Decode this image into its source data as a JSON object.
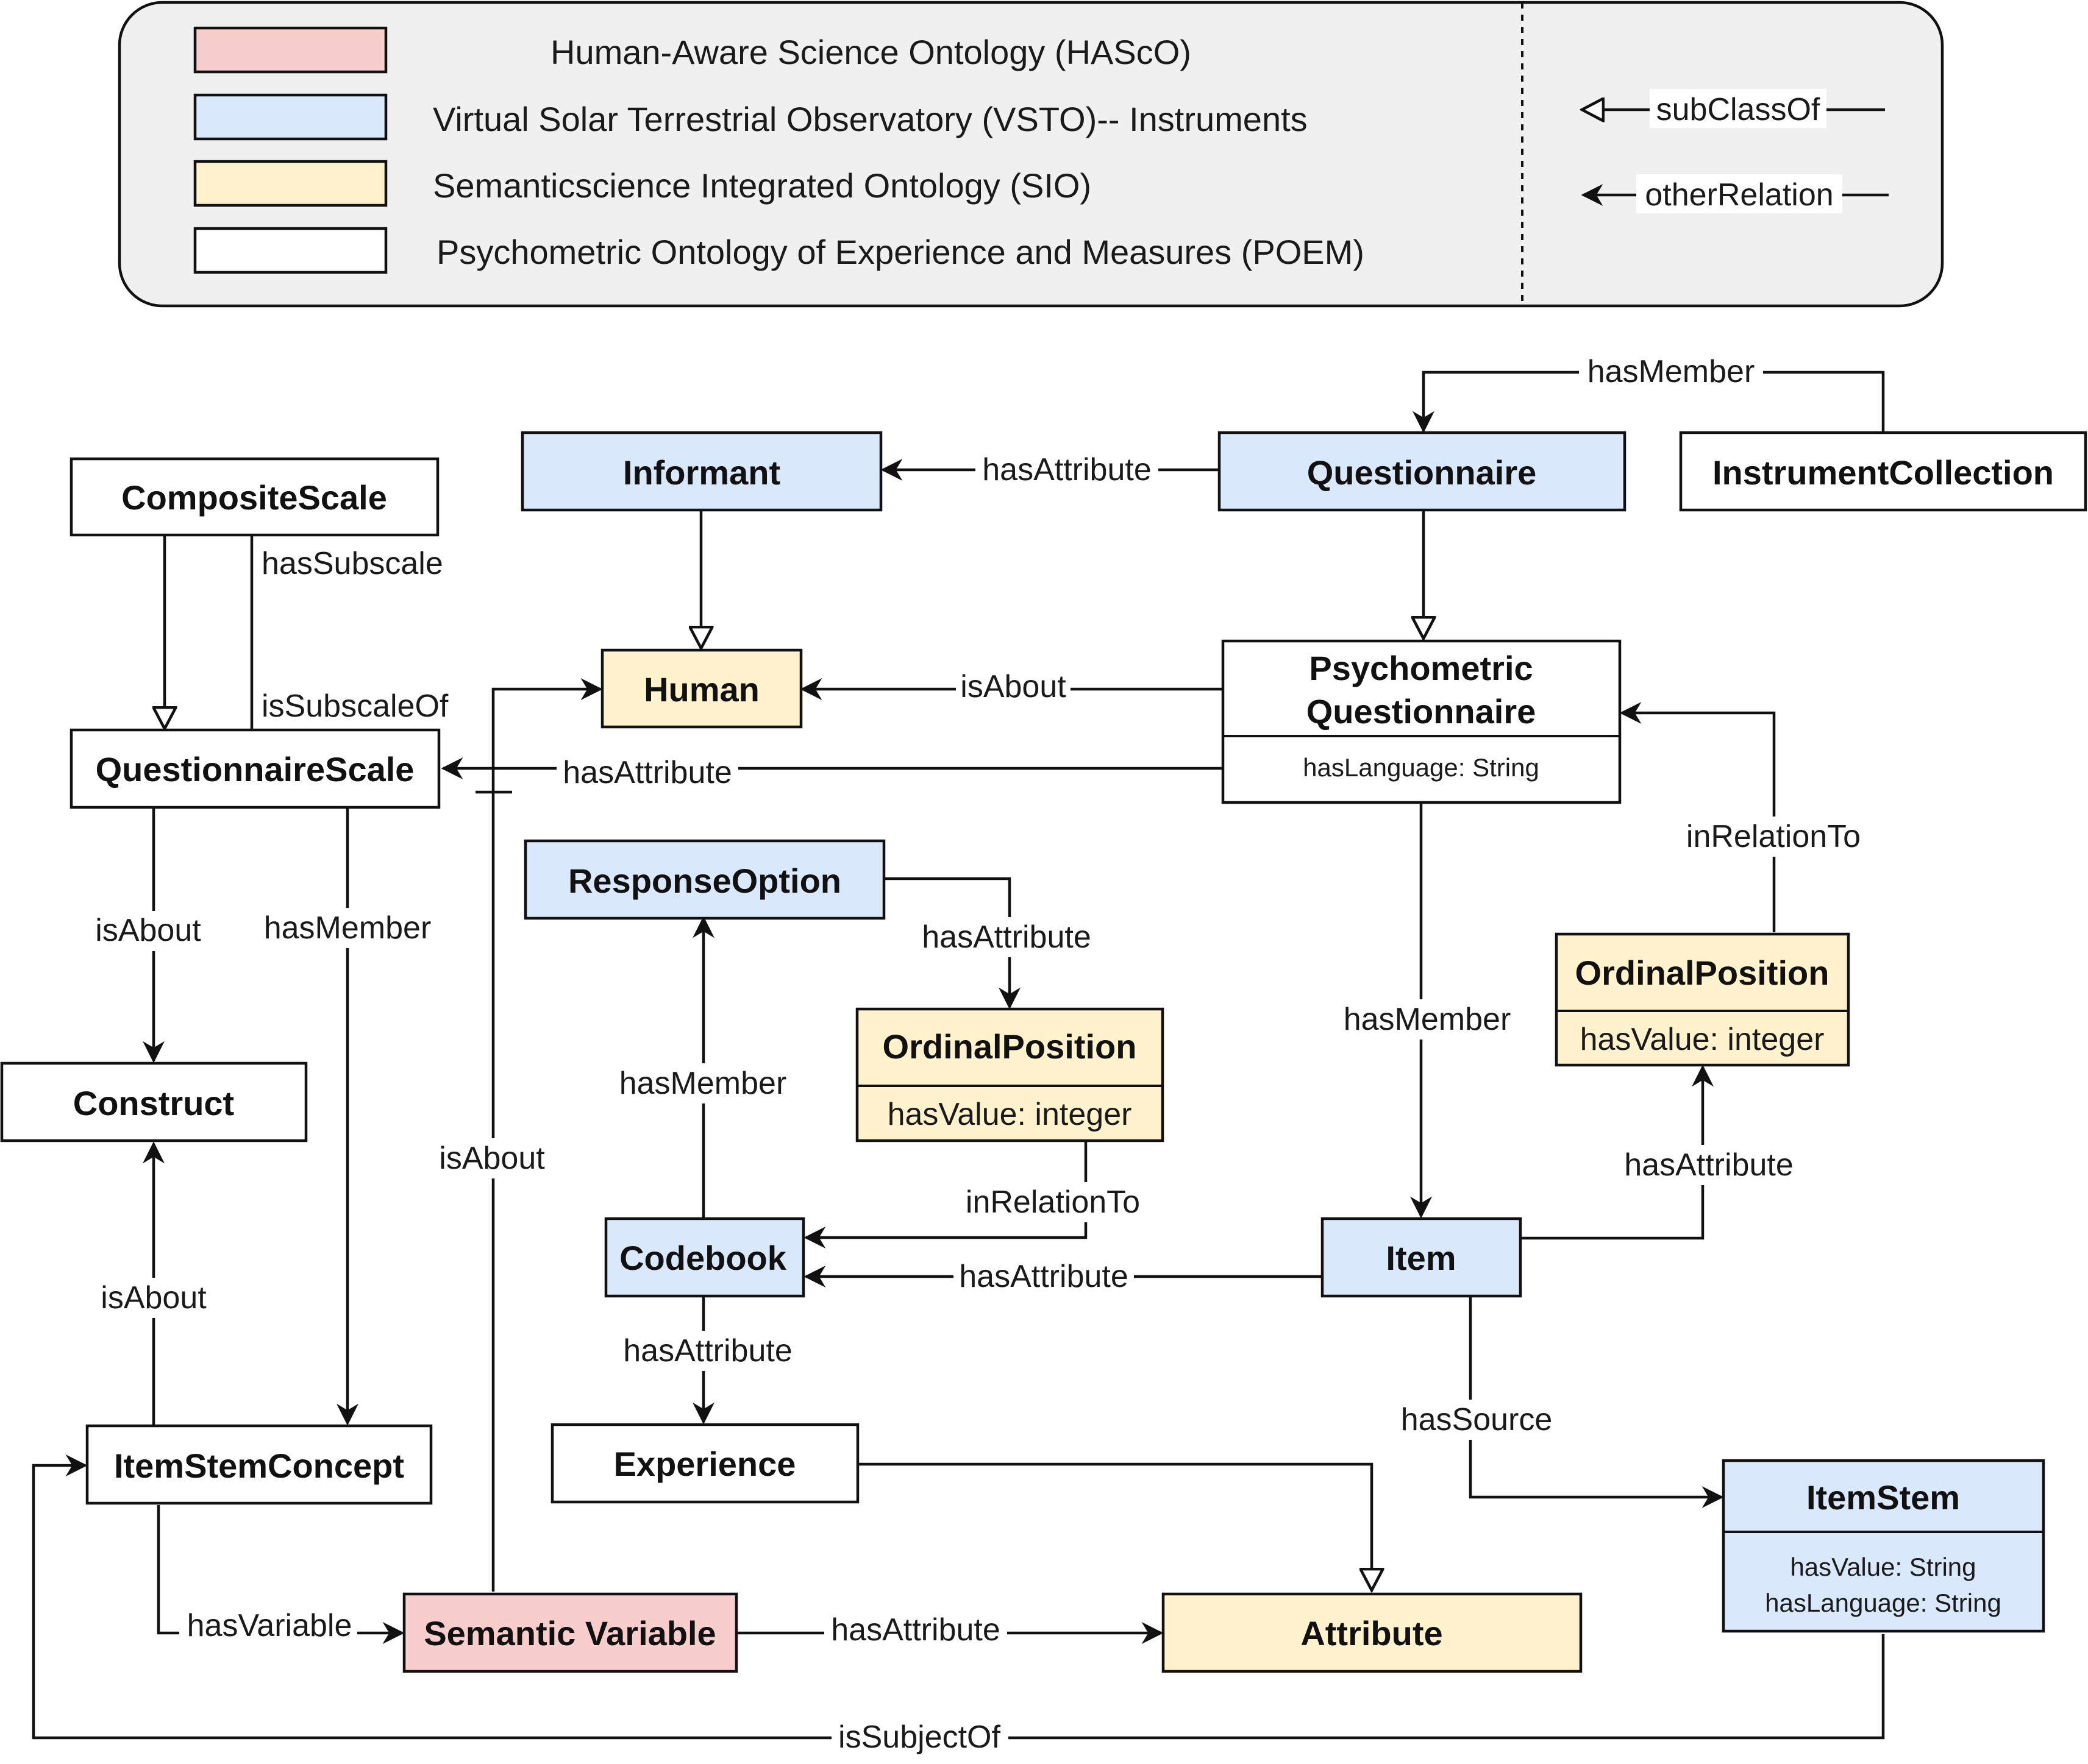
{
  "colors": {
    "hasco": "#f8cecc",
    "vsto": "#dae8fc",
    "sio": "#fff2cc",
    "poem": "#ffffff",
    "legend_bg": "#f0f0f0",
    "stroke": "#111111"
  },
  "legend": {
    "entries": [
      {
        "color_key": "hasco",
        "label": "Human-Aware Science Ontology (HAScO)"
      },
      {
        "color_key": "vsto",
        "label": "Virtual Solar Terrestrial Observatory (VSTO)-- Instruments"
      },
      {
        "color_key": "sio",
        "label": "Semanticscience Integrated Ontology (SIO)"
      },
      {
        "color_key": "poem",
        "label": "Psychometric Ontology of Experience and Measures (POEM)"
      }
    ],
    "arrows": {
      "subclass_label": "subClassOf",
      "other_label": "otherRelation"
    }
  },
  "nodes": {
    "composite_scale": {
      "title": "CompositeScale",
      "color_key": "poem"
    },
    "questionnaire_scale": {
      "title": "QuestionnaireScale",
      "color_key": "poem"
    },
    "construct": {
      "title": "Construct",
      "color_key": "poem"
    },
    "item_stem_concept": {
      "title": "ItemStemConcept",
      "color_key": "poem"
    },
    "semantic_variable": {
      "title": "Semantic Variable",
      "color_key": "hasco"
    },
    "informant": {
      "title": "Informant",
      "color_key": "vsto"
    },
    "human": {
      "title": "Human",
      "color_key": "sio"
    },
    "questionnaire": {
      "title": "Questionnaire",
      "color_key": "vsto"
    },
    "instrument_collection": {
      "title": "InstrumentCollection",
      "color_key": "poem"
    },
    "psychometric_questionnaire": {
      "title_line1": "Psychometric",
      "title_line2": "Questionnaire",
      "attribute": "hasLanguage: String",
      "color_key": "poem"
    },
    "response_option": {
      "title": "ResponseOption",
      "color_key": "vsto"
    },
    "ordinal_position_left": {
      "title": "OrdinalPosition",
      "attribute": "hasValue: integer",
      "color_key": "sio"
    },
    "ordinal_position_right": {
      "title": "OrdinalPosition",
      "attribute": "hasValue: integer",
      "color_key": "sio"
    },
    "codebook": {
      "title": "Codebook",
      "color_key": "vsto"
    },
    "experience": {
      "title": "Experience",
      "color_key": "poem"
    },
    "item": {
      "title": "Item",
      "color_key": "vsto"
    },
    "item_stem": {
      "title": "ItemStem",
      "attribute_line1": "hasValue: String",
      "attribute_line2": "hasLanguage: String",
      "color_key": "vsto"
    },
    "attribute": {
      "title": "Attribute",
      "color_key": "sio"
    }
  },
  "edges": {
    "questionnaire_has_member_collection": "hasMember",
    "questionnaire_has_attribute_informant": "hasAttribute",
    "composite_has_subscale": "hasSubscale",
    "scale_is_subscale_of": "isSubscaleOf",
    "pq_is_about_human": "isAbout",
    "pq_has_attribute_scale": "hasAttribute",
    "scale_is_about_construct": "isAbout",
    "scale_has_member_stem_concept": "hasMember",
    "response_option_has_attribute": "hasAttribute",
    "ordinal_position_right_in_relation_to": "inRelationTo",
    "codebook_has_member": "hasMember",
    "semantic_variable_is_about": "isAbout",
    "pq_has_member_item": "hasMember",
    "item_has_attribute_ordinal": "hasAttribute",
    "ordinal_left_in_relation_to": "inRelationTo",
    "item_has_attribute_codebook": "hasAttribute",
    "stem_concept_is_about_construct": "isAbout",
    "codebook_has_attribute_experience": "hasAttribute",
    "item_has_source": "hasSource",
    "stem_concept_has_variable": "hasVariable",
    "semantic_variable_has_attribute": "hasAttribute",
    "item_stem_is_subject_of": "isSubjectOf"
  }
}
